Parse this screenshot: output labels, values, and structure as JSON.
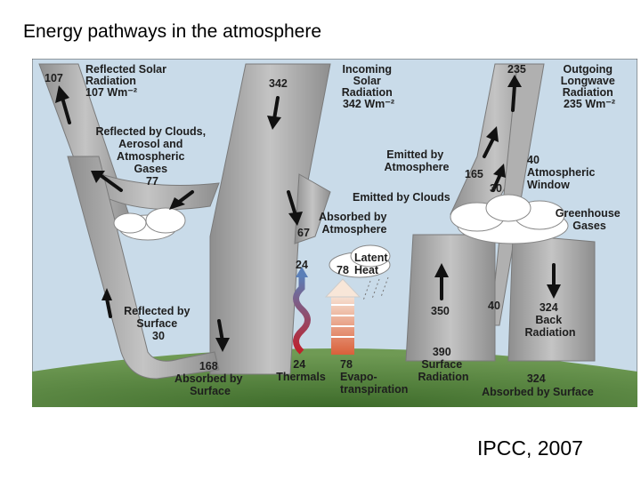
{
  "slide": {
    "title": "Energy pathways in the atmosphere",
    "credit": "IPCC, 2007"
  },
  "colors": {
    "sky": "#c9dbe9",
    "band": "#a6a6a6",
    "band_edge": "#7a7a7a",
    "ground": "#4f7f3a",
    "arrow": "#111111",
    "cloud": "#ffffff",
    "thermals_gradient": [
      "#c0202a",
      "#5a7fb8"
    ],
    "evapo_gradient": [
      "#d9603a",
      "#f6e2d2"
    ]
  },
  "labels": {
    "reflected_solar": [
      "Reflected Solar",
      "Radiation",
      "107 Wm⁻²"
    ],
    "reflected_solar_value": "107",
    "incoming_solar": [
      "Incoming",
      "Solar",
      "Radiation",
      "342 Wm⁻²"
    ],
    "incoming_value": "342",
    "outgoing_longwave": [
      "Outgoing",
      "Longwave",
      "Radiation",
      "235 Wm⁻²"
    ],
    "outgoing_value": "235",
    "reflected_clouds": [
      "Reflected by Clouds,",
      "Aerosol and",
      "Atmospheric",
      "Gases",
      "77"
    ],
    "emitted_atmosphere": [
      "Emitted by",
      "Atmosphere"
    ],
    "emitted_atmosphere_value": "165",
    "atmospheric_window": [
      "40",
      "Atmospheric",
      "Window"
    ],
    "emitted_clouds": "Emitted by Clouds",
    "emitted_clouds_value": "30",
    "absorbed_atmosphere": [
      "Absorbed by",
      "Atmosphere"
    ],
    "absorbed_atmosphere_value": "67",
    "greenhouse": [
      "Greenhouse",
      "Gases"
    ],
    "latent_heat": [
      "Latent",
      "Heat"
    ],
    "latent_value": "78",
    "thermals_top": "24",
    "reflected_surface": [
      "Reflected by",
      "Surface",
      "30"
    ],
    "surface_rad_up": "350",
    "window_up": "40",
    "back_radiation": [
      "324",
      "Back",
      "Radiation"
    ],
    "absorbed_surface": [
      "168",
      "Absorbed by",
      "Surface"
    ],
    "thermals": [
      "24",
      "Thermals"
    ],
    "evapotranspiration": [
      "78",
      "Evapo-",
      "transpiration"
    ],
    "surface_radiation": [
      "390",
      "Surface",
      "Radiation"
    ],
    "absorbed_by_surface_right": [
      "324",
      "Absorbed by Surface"
    ]
  }
}
